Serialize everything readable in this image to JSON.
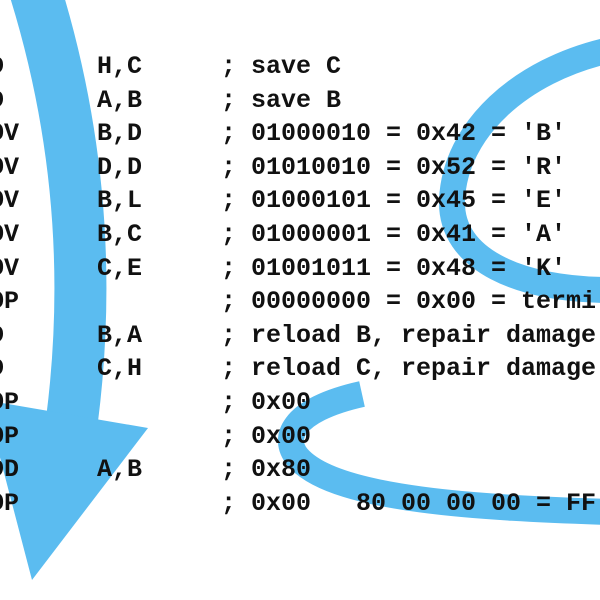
{
  "arrow_color": "#5bbcf0",
  "lines": [
    {
      "mnemonic": "LD",
      "operands": "H,C",
      "comment": "; save C"
    },
    {
      "mnemonic": "LD",
      "operands": "A,B",
      "comment": "; save B"
    },
    {
      "mnemonic": "MOV",
      "operands": "B,D",
      "comment": "; 01000010 = 0x42 = 'B'"
    },
    {
      "mnemonic": "MOV",
      "operands": "D,D",
      "comment": "; 01010010 = 0x52 = 'R'"
    },
    {
      "mnemonic": "MOV",
      "operands": "B,L",
      "comment": "; 01000101 = 0x45 = 'E'"
    },
    {
      "mnemonic": "MOV",
      "operands": "B,C",
      "comment": "; 01000001 = 0x41 = 'A'"
    },
    {
      "mnemonic": "MOV",
      "operands": "C,E",
      "comment": "; 01001011 = 0x48 = 'K'"
    },
    {
      "mnemonic": "NOP",
      "operands": "",
      "comment": "; 00000000 = 0x00 = termi"
    },
    {
      "mnemonic": "LD",
      "operands": "B,A",
      "comment": "; reload B, repair damage"
    },
    {
      "mnemonic": "LD",
      "operands": "C,H",
      "comment": "; reload C, repair damage"
    },
    {
      "mnemonic": "NOP",
      "operands": "",
      "comment": "; 0x00"
    },
    {
      "mnemonic": "NOP",
      "operands": "",
      "comment": "; 0x00"
    },
    {
      "mnemonic": "ADD",
      "operands": "A,B",
      "comment": "; 0x80"
    },
    {
      "mnemonic": "NOP",
      "operands": "",
      "comment": "; 0x00   80 00 00 00 = FF"
    }
  ]
}
